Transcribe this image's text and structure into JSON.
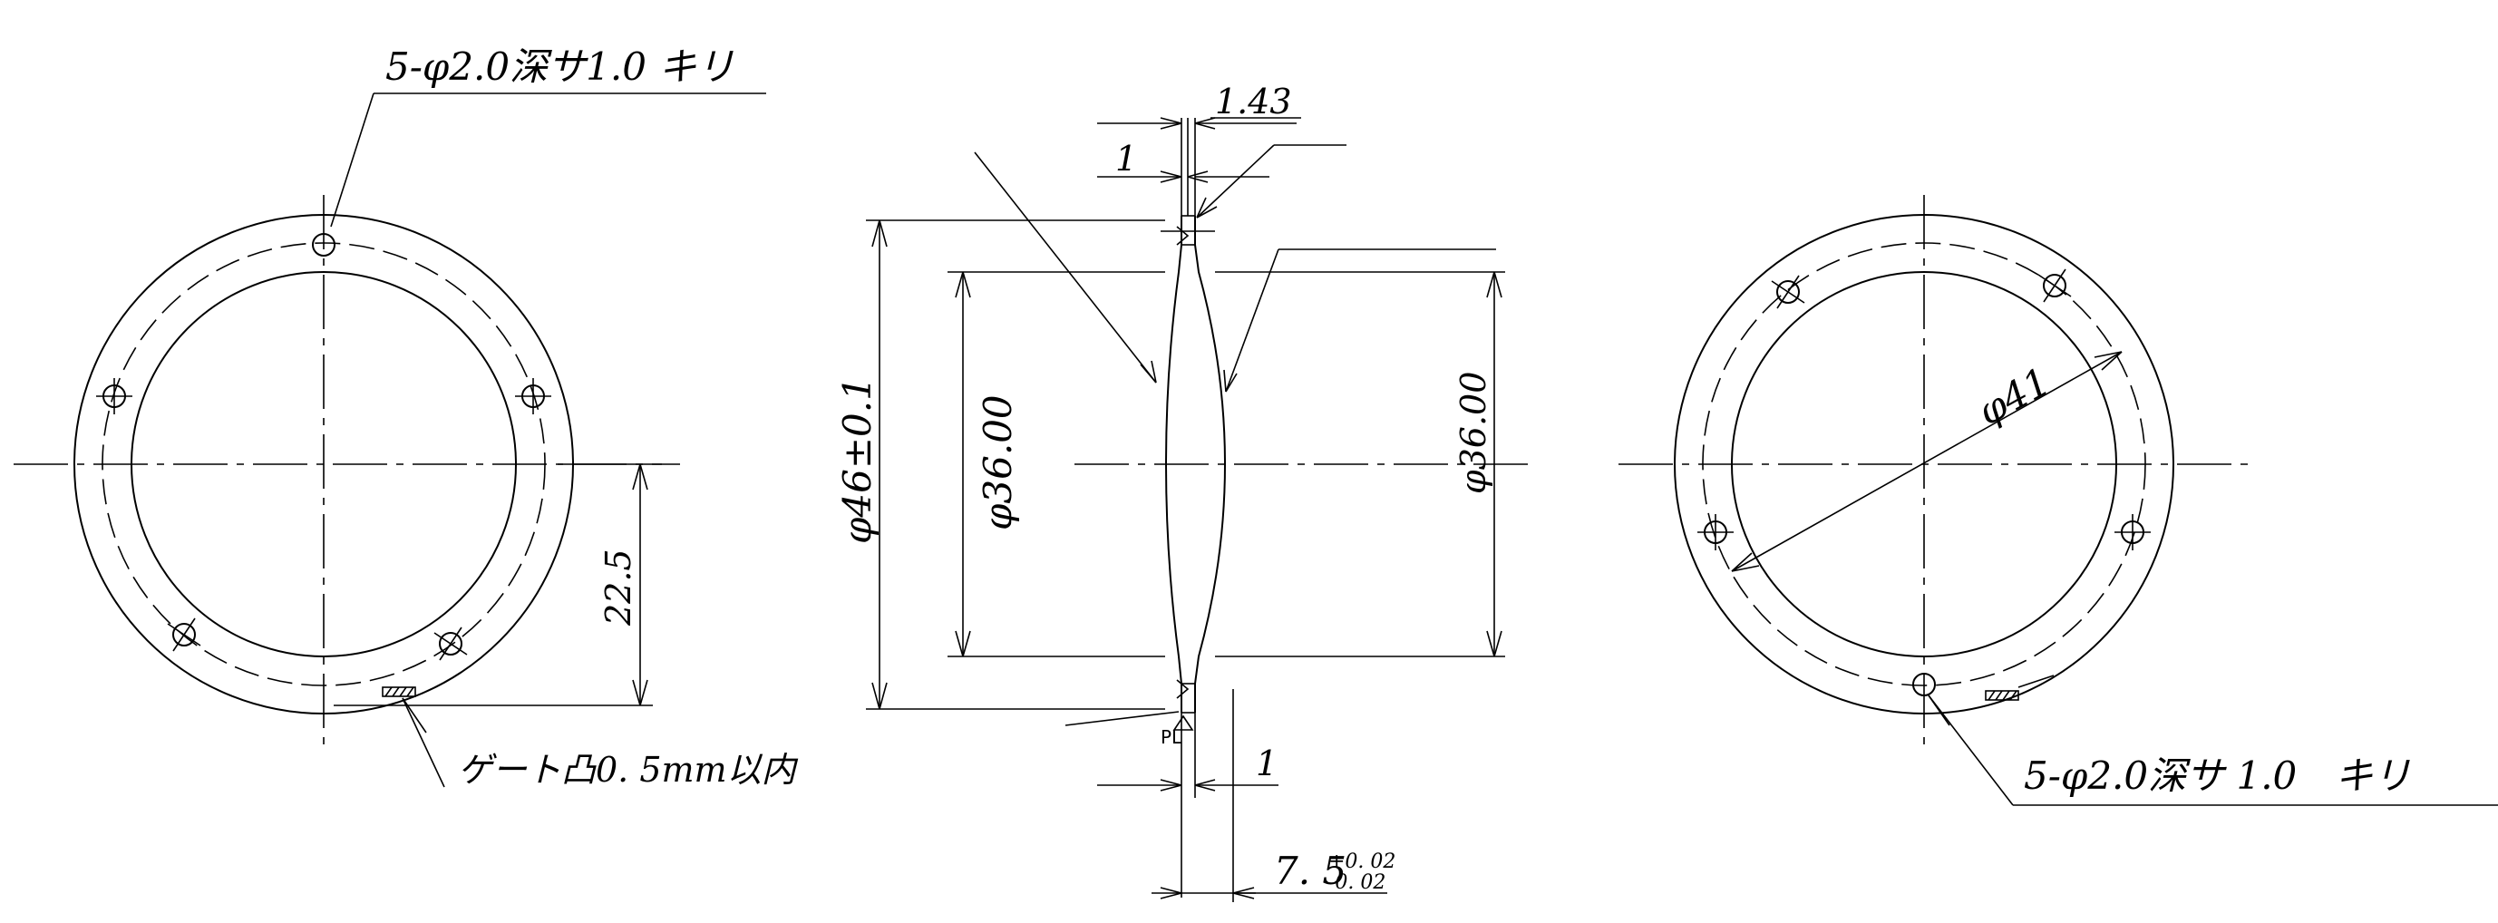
{
  "left_view": {
    "hole_callout": "5-φ2.0深サ1.0 キリ",
    "dim_height": "22.5",
    "gate_note": "ゲート凸0. 5mm以内"
  },
  "section_view": {
    "dim_edge_thickness": "1.43",
    "dim_step": "1",
    "dim_outer_diameter": "φ46±0.1",
    "dim_inner_diameter": "φ36.00",
    "dim_right_diameter": "φ36.00",
    "parting_line": "PL",
    "dim_bottom_step": "1",
    "dim_center_thickness": "7. 5",
    "tol_upper": "+0. 02",
    "tol_lower": "-0. 02"
  },
  "right_view": {
    "dim_diameter": "φ41",
    "hole_callout": "5-φ2.0深サ 1.0　キリ"
  }
}
